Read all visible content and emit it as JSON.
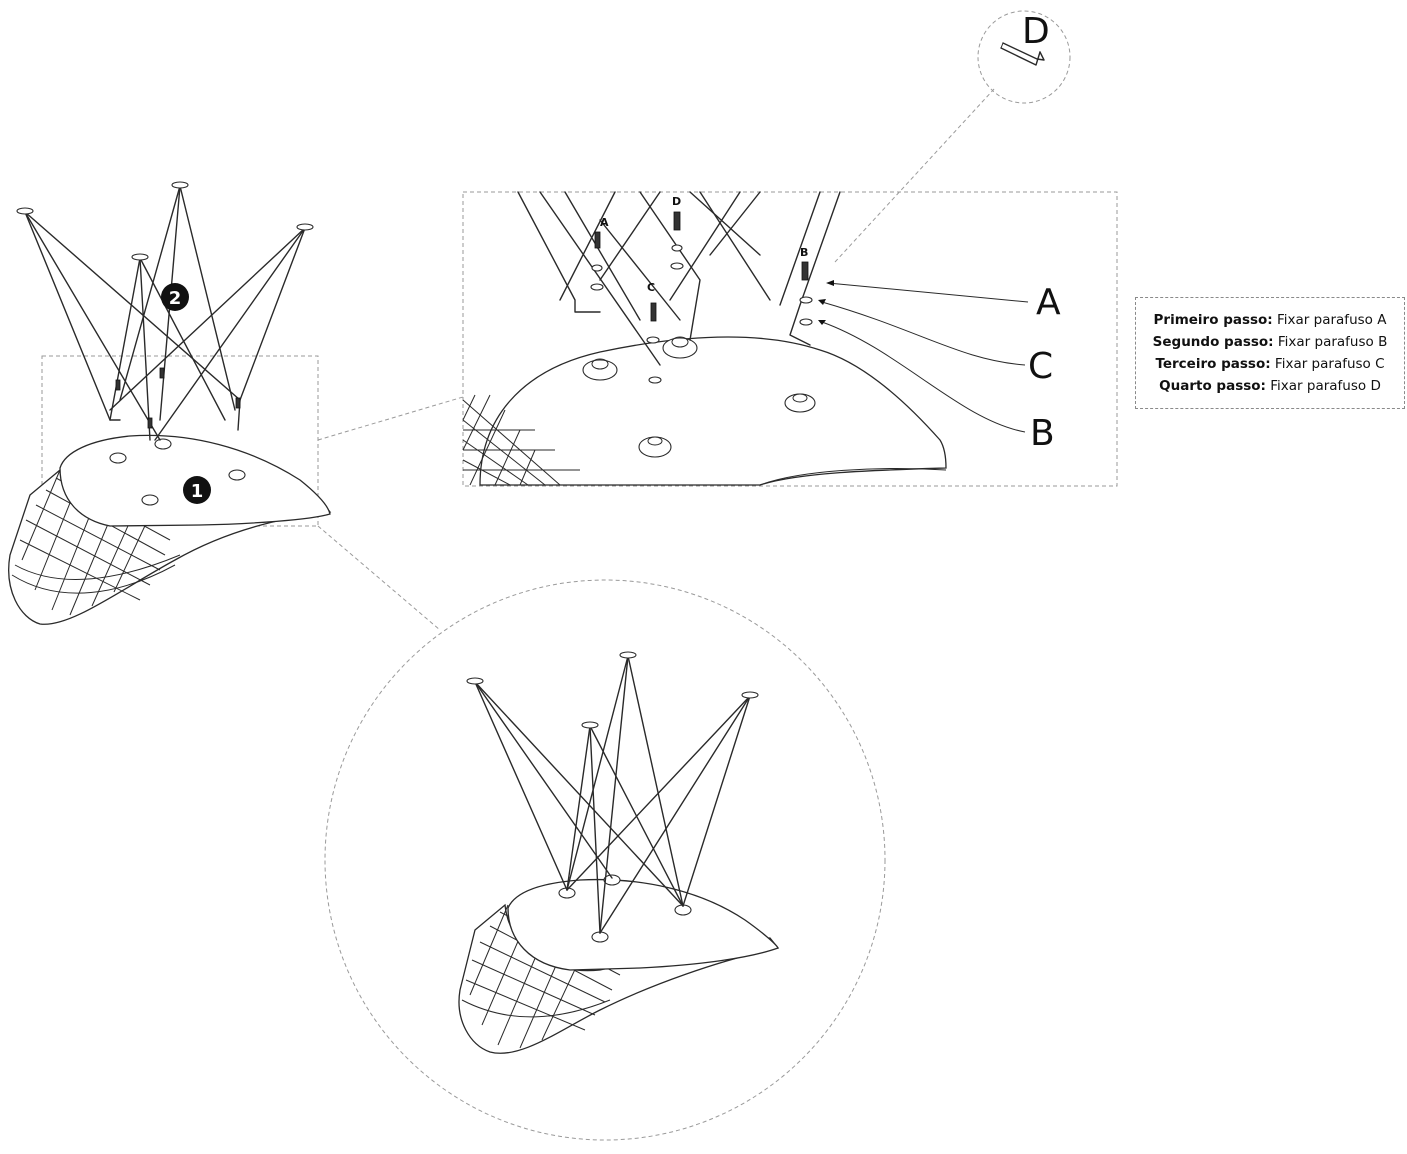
{
  "steps": [
    {
      "bold": "Primeiro passo:",
      "text": " Fixar parafuso A"
    },
    {
      "bold": "Segundo passo:",
      "text": " Fixar parafuso B"
    },
    {
      "bold": "Terceiro passo:",
      "text": " Fixar parafuso C"
    },
    {
      "bold": "Quarto passo:",
      "text": " Fixar parafuso D"
    }
  ],
  "callouts": {
    "a": "A",
    "b": "B",
    "c": "C",
    "d": "D",
    "small_a": "A",
    "small_b": "B",
    "small_c": "C",
    "small_d": "D"
  },
  "badges": {
    "one": "1",
    "two": "2"
  }
}
